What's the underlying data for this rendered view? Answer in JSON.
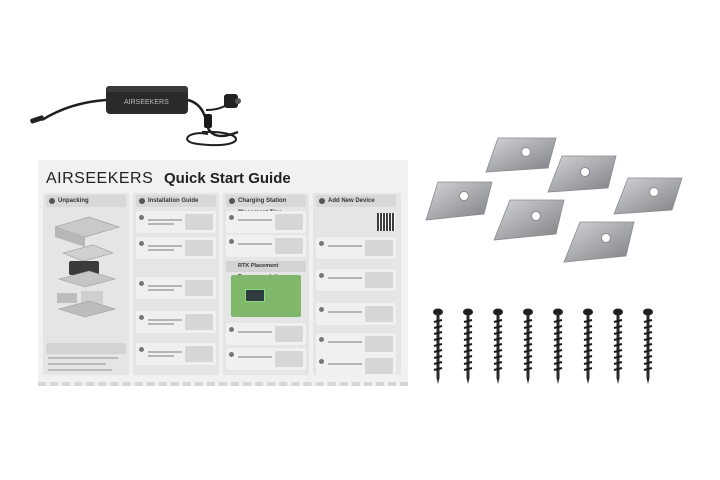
{
  "charger": {
    "brand": "AIRSEEKERS"
  },
  "guide": {
    "brand": "AIRSEEKERS",
    "title": "Quick Start Guide",
    "sections": [
      {
        "heading": "Unpacking"
      },
      {
        "heading": "Installation Guide"
      },
      {
        "heading": "Charging Station Placement Tips"
      },
      {
        "heading": "Add New Device"
      }
    ],
    "rtk_heading": "RTK Placement Recommendations"
  },
  "accessories": {
    "blade_count": 6,
    "screw_count": 8
  },
  "colors": {
    "background": "#ffffff",
    "sheet": "#f1f1f1",
    "adapter": "#2a2a2a",
    "blade": "#a9aaad",
    "screw": "#1f1f1f",
    "map_grass": "#7fb86a"
  }
}
